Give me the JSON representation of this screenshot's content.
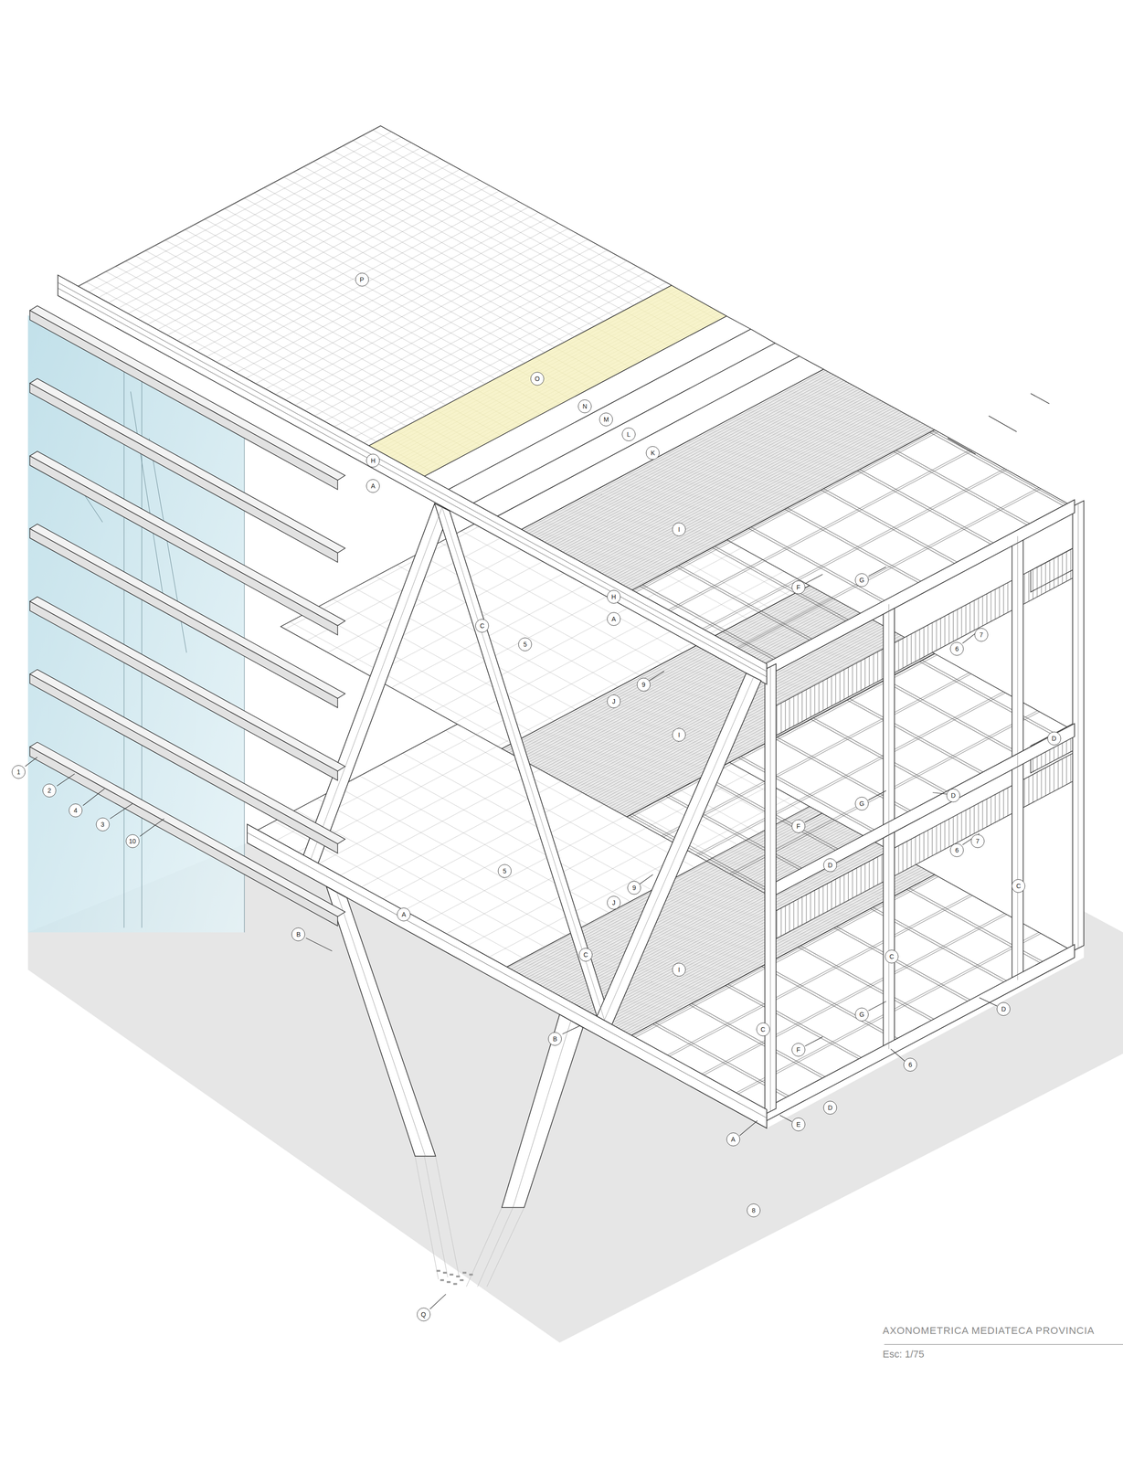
{
  "diagram": {
    "title": "AXONOMETRICA MEDIATECA PROVINCIA",
    "caption": "Esc: 1/75",
    "labels": [
      "P",
      "O",
      "N",
      "M",
      "L",
      "K",
      "H",
      "A",
      "I",
      "G",
      "F",
      "H",
      "A",
      "C",
      "7",
      "5",
      "6",
      "9",
      "J",
      "I",
      "D",
      "1",
      "2",
      "D",
      "G",
      "4",
      "3",
      "F",
      "7",
      "10",
      "6",
      "D",
      "5",
      "C",
      "9",
      "J",
      "A",
      "B",
      "C",
      "C",
      "I",
      "D",
      "G",
      "C",
      "B",
      "F",
      "6",
      "D",
      "E",
      "A",
      "8",
      "Q"
    ]
  }
}
